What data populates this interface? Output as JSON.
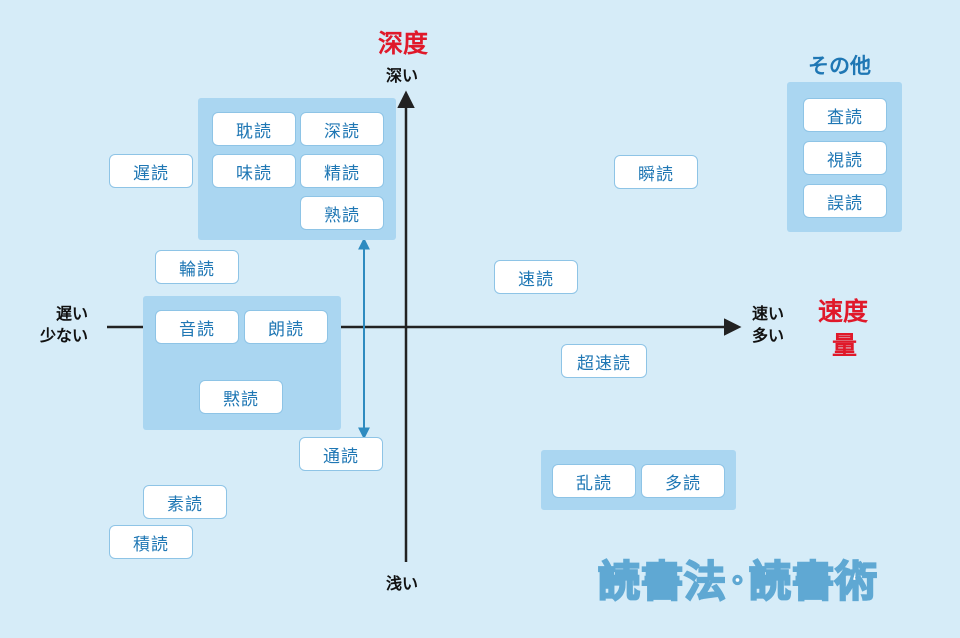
{
  "axis": {
    "depth_title": "深度",
    "depth_top": "深い",
    "depth_bottom": "浅い",
    "speed_title_1": "速度",
    "speed_title_2": "量",
    "speed_right_1": "速い",
    "speed_right_2": "多い",
    "speed_left_1": "遅い",
    "speed_left_2": "少ない"
  },
  "other": {
    "title": "その他",
    "items": [
      "査読",
      "視読",
      "誤読"
    ]
  },
  "deep_group": [
    "耽読",
    "深読",
    "味読",
    "精読",
    "熟読"
  ],
  "slow_group": [
    "音読",
    "朗読",
    "黙読"
  ],
  "fast_group": [
    "乱読",
    "多読"
  ],
  "loose": {
    "chidoku": "遅読",
    "rindoku": "輪読",
    "tsudoku": "通読",
    "sodoku": "素読",
    "sekidoku": "積読",
    "shundoku": "瞬読",
    "sokudoku": "速読",
    "chousokudoku": "超速読"
  },
  "brand": "読書法･読書術",
  "colors": {
    "background": "#d6ecf8",
    "group": "#aad6f1",
    "item_text": "#1f77b4",
    "axis_title": "#e0192a"
  }
}
